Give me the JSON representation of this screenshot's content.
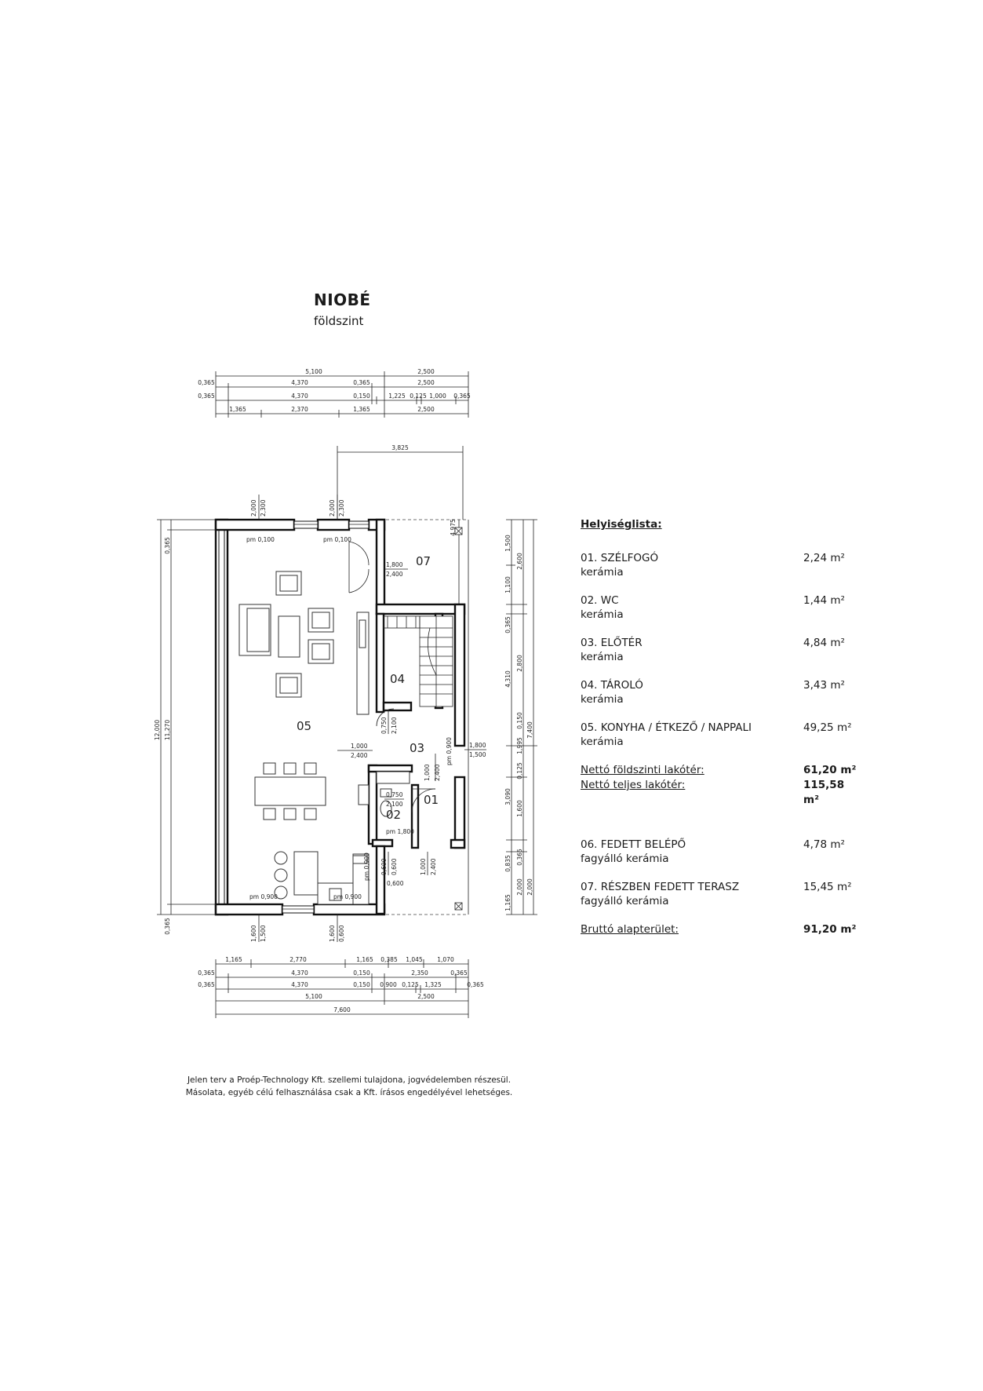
{
  "title": "NIOBÉ",
  "subtitle": "földszint",
  "legend": {
    "heading": "Helyiséglista:",
    "rooms": [
      {
        "name": "01. SZÉLFOGÓ",
        "floor": "kerámia",
        "area": "2,24 m²"
      },
      {
        "name": "02. WC",
        "floor": "kerámia",
        "area": "1,44 m²"
      },
      {
        "name": "03. ELŐTÉR",
        "floor": "kerámia",
        "area": "4,84 m²"
      },
      {
        "name": "04. TÁROLÓ",
        "floor": "kerámia",
        "area": "3,43 m²"
      },
      {
        "name": "05. KONYHA / ÉTKEZŐ / NAPPALI",
        "floor": "kerámia",
        "area": "49,25 m²"
      }
    ],
    "net_ground_label": "Nettó földszinti lakótér:",
    "net_ground_value": "61,20 m²",
    "net_total_label": "Nettó teljes lakótér:",
    "net_total_value": "115,58 m²",
    "outdoor": [
      {
        "name": "06. FEDETT BELÉPŐ",
        "floor": "fagyálló kerámia",
        "area": "4,78 m²"
      },
      {
        "name": "07. RÉSZBEN FEDETT TERASZ",
        "floor": "fagyálló kerámia",
        "area": "15,45 m²"
      }
    ],
    "gross_label": "Bruttó alapterület:",
    "gross_value": "91,20 m²"
  },
  "copyright": {
    "line1": "Jelen terv a Proép-Technology Kft. szellemi tulajdona, jogvédelemben részesül.",
    "line2": "Másolata, egyéb célú felhasználása csak a Kft. írásos engedélyével lehetséges."
  },
  "plan": {
    "rooms": {
      "r01": "01",
      "r02": "02",
      "r03": "03",
      "r04": "04",
      "r05": "05",
      "r07": "07"
    },
    "top_dims": {
      "row1": [
        "5,100",
        "2,500"
      ],
      "row2": [
        "0,365",
        "4,370",
        "0,365",
        "2,500"
      ],
      "row3": [
        "0,365",
        "4,370",
        "0,150",
        "1,225",
        "0,125",
        "1,000",
        "0,365"
      ],
      "row4": [
        "1,365",
        "2,370",
        "1,365",
        "2,500"
      ]
    },
    "bottom_dims": {
      "row1": [
        "1,165",
        "2,770",
        "1,165",
        "0,385",
        "1,045",
        "1,070"
      ],
      "row2": [
        "0,365",
        "4,370",
        "0,150",
        "2,350",
        "0,365"
      ],
      "row3": [
        "0,365",
        "4,370",
        "0,150",
        "0,900",
        "0,125",
        "1,325",
        "0,365"
      ],
      "row4": [
        "5,100",
        "2,500"
      ],
      "row5": [
        "7,600"
      ]
    },
    "left_dims": {
      "outer": "12,000",
      "inner": "11,270",
      "top": "0,365",
      "bottom": "0,365"
    },
    "right_dims": {
      "col1": [
        "1,500",
        "1,100",
        "0,365",
        "4,310",
        "3,090",
        "0,835",
        "1,165"
      ],
      "col2": [
        "2,600",
        "2,800",
        "0,150",
        "1,995",
        "0,125",
        "1,600",
        "0,365",
        "2,000"
      ],
      "col3": [
        "7,400",
        "2,000"
      ]
    },
    "terrace_width": "3,825",
    "terrace_height": "4,975",
    "openings": {
      "top_window1_a": "2,000",
      "top_window1_b": "2,300",
      "top_window2_a": "2,000",
      "top_window2_b": "2,300",
      "pm_top1": "pm 0,100",
      "pm_top2": "pm 0,100",
      "door07_a": "1,800",
      "door07_b": "2,400",
      "door05_a": "1,000",
      "door05_b": "2,400",
      "door04_a": "0,750",
      "door04_b": "2,100",
      "door03_a": "1,000",
      "door03_b": "2,400",
      "win03_pm": "pm 0,900",
      "win_right_a": "1,800",
      "win_right_b": "1,500",
      "wc_door_a": "0,750",
      "wc_door_b": "2,100",
      "wc_pm": "pm 1,800",
      "door01_a": "1,000",
      "door01_b": "2,400",
      "win_small_a": "0,600",
      "win_small_b": "0,600",
      "win_small_c": "0,600",
      "win_small_pm": "pm 0,900",
      "pm_bottom1": "pm 0,900",
      "pm_bottom2": "pm 0,900",
      "bottom_win_a": "1,600",
      "bottom_win_b": "1,500",
      "bottom_win2_a": "1,600",
      "bottom_win2_b": "0,600"
    }
  }
}
